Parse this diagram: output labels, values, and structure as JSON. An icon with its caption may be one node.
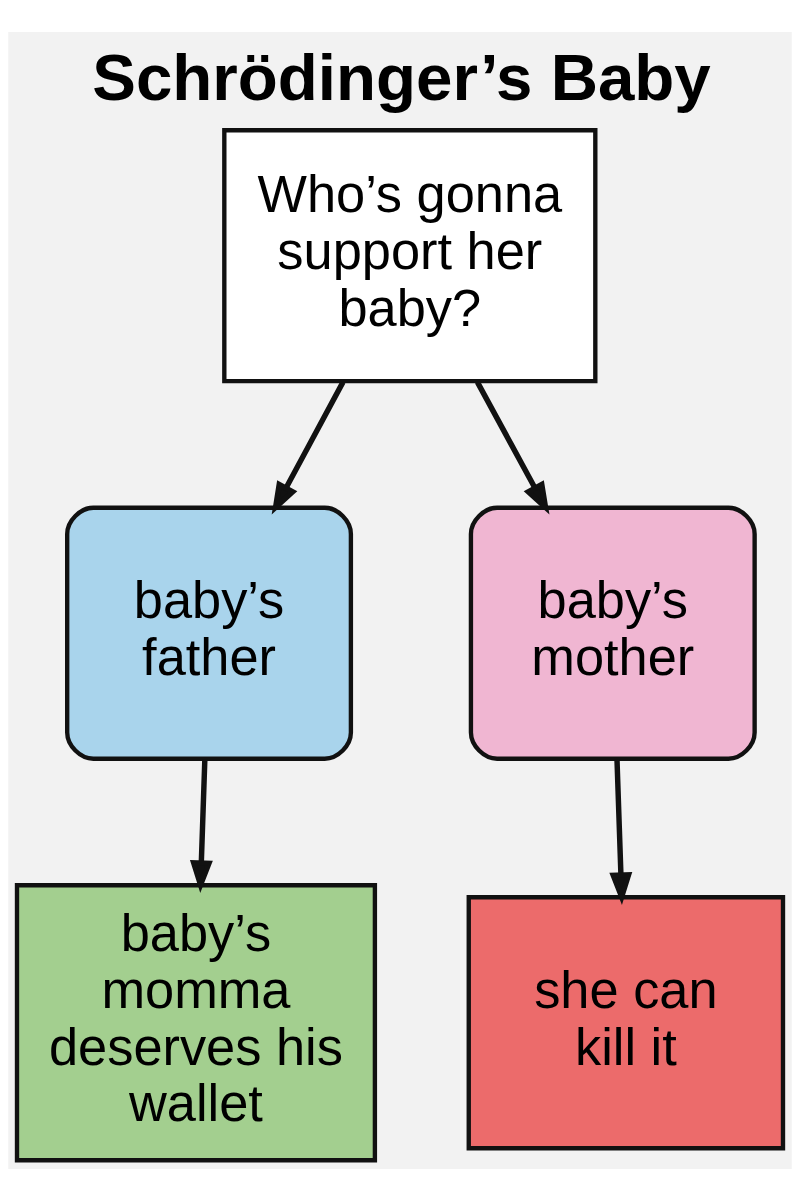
{
  "diagram": {
    "title": "Schrödinger’s Baby",
    "nodes": [
      {
        "text": [
          "Who’s gonna support her baby?"
        ]
      },
      {
        "text": [
          "baby’s father"
        ]
      },
      {
        "text": [
          "baby’s mother"
        ]
      },
      {
        "text": [
          "baby’s momma deserves his wallet"
        ]
      },
      {
        "text": [
          "she can kill it"
        ]
      }
    ],
    "edges": [
      {
        "from": 0,
        "to": 1,
        "arrow": "to"
      },
      {
        "from": 0,
        "to": 2,
        "arrow": "to"
      },
      {
        "from": 1,
        "to": 3,
        "arrow": "to"
      },
      {
        "from": 2,
        "to": 4,
        "arrow": "to"
      }
    ]
  }
}
